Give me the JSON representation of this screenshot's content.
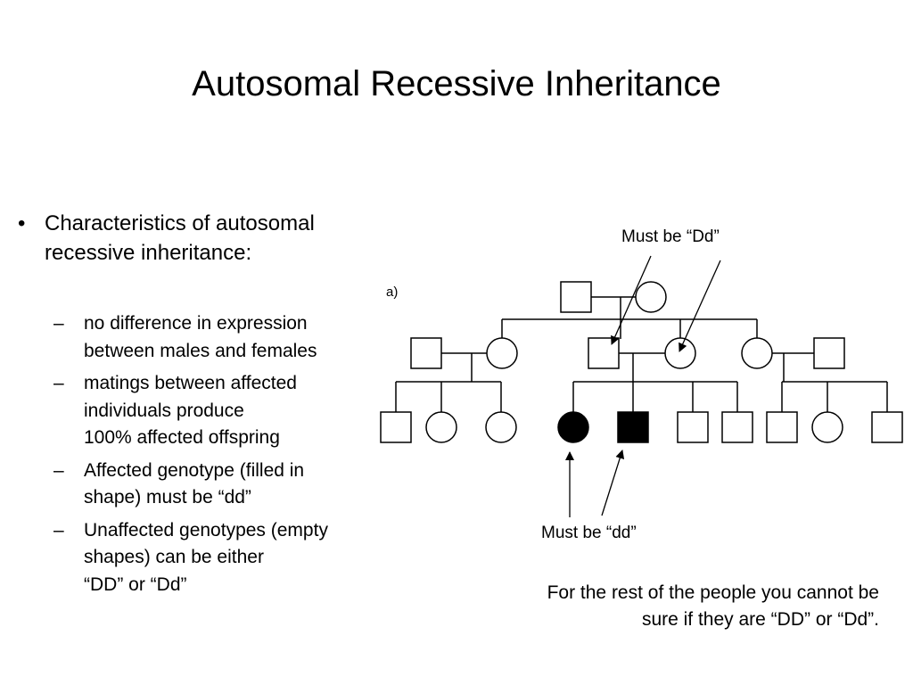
{
  "title": "Autosomal Recessive Inheritance",
  "bullet": {
    "mark": "•",
    "text": "Characteristics of autosomal recessive inheritance:"
  },
  "subpoints": [
    {
      "dash": "–",
      "lines": [
        "no difference in expression",
        "between males and females"
      ]
    },
    {
      "dash": "–",
      "lines": [
        "matings between affected",
        "individuals produce",
        "100% affected offspring"
      ]
    },
    {
      "dash": "–",
      "lines": [
        "Affected genotype (filled in",
        "shape) must be “dd”"
      ]
    },
    {
      "dash": "–",
      "lines": [
        "Unaffected genotypes (empty",
        "shapes) can be either",
        "“DD” or “Dd”"
      ]
    }
  ],
  "diagram": {
    "panel_label": "a)",
    "label_top": "Must be “Dd”",
    "label_bottom": "Must be “dd”",
    "colors": {
      "line": "#000000",
      "affected": "#000000",
      "unaffected": "#ffffff"
    }
  },
  "note": {
    "lines": [
      "For the rest of the people you cannot be",
      "sure if they are “DD” or “Dd”."
    ]
  }
}
